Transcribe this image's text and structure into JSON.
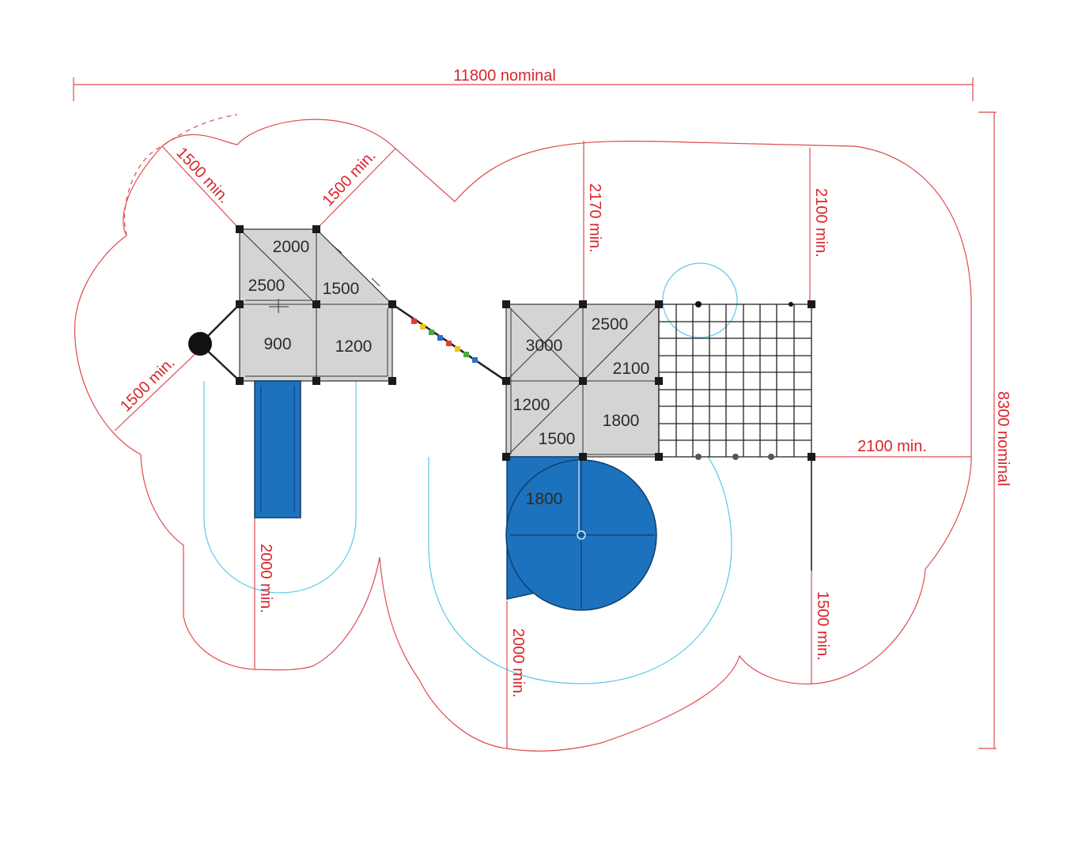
{
  "dimensions": {
    "overall_width": "11800 nominal",
    "overall_depth": "8300 nominal",
    "clearances": [
      "1500 min.",
      "1500 min.",
      "1500 min.",
      "2170 min.",
      "2100 min.",
      "2100 min.",
      "2000 min.",
      "2000 min.",
      "1500 min."
    ]
  },
  "platform_heights": {
    "tower_a": [
      "2000",
      "2500",
      "1500",
      "900",
      "1200"
    ],
    "tower_b": [
      "3000",
      "2500",
      "2100",
      "1200",
      "1800",
      "1500"
    ],
    "slide": "1800"
  },
  "colors": {
    "dimension_red": "#d8262b",
    "safety_zone_red": "#e04a4e",
    "slide_zone_cyan": "#5ac8e8",
    "deck_grey": "#d4d4d4",
    "slide_blue": "#1d72bd"
  }
}
